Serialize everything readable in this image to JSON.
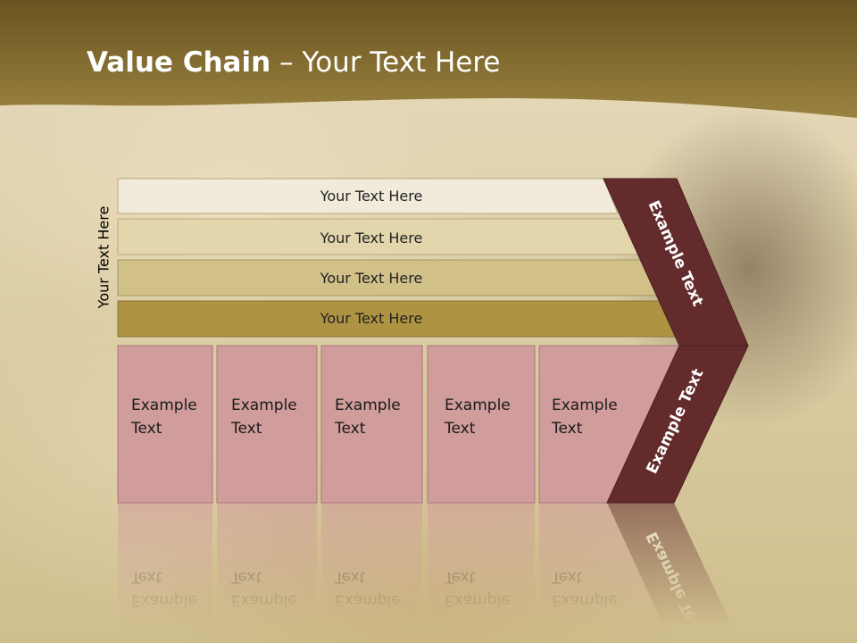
{
  "slide": {
    "title_bold": "Value Chain",
    "title_rest": " – Your Text Here",
    "vertical_label": "Your Text Here"
  },
  "bars": [
    {
      "label": "Your Text Here"
    },
    {
      "label": "Your Text Here"
    },
    {
      "label": "Your Text Here"
    },
    {
      "label": "Your Text Here"
    }
  ],
  "boxes": [
    {
      "line1": "Example",
      "line2": "Text"
    },
    {
      "line1": "Example",
      "line2": "Text"
    },
    {
      "line1": "Example",
      "line2": "Text"
    },
    {
      "line1": "Example",
      "line2": "Text"
    },
    {
      "line1": "Example",
      "line2": "Text"
    }
  ],
  "chevron_top": "Example Text",
  "chevron_bottom": "Example Text",
  "colors": {
    "header": "#7e6928",
    "bar1": "#f2ebdc",
    "bar2": "#e3d6ad",
    "bar3": "#d2c089",
    "bar4": "#ae9442",
    "box": "#d19c9c",
    "chevron": "#632b2c"
  }
}
